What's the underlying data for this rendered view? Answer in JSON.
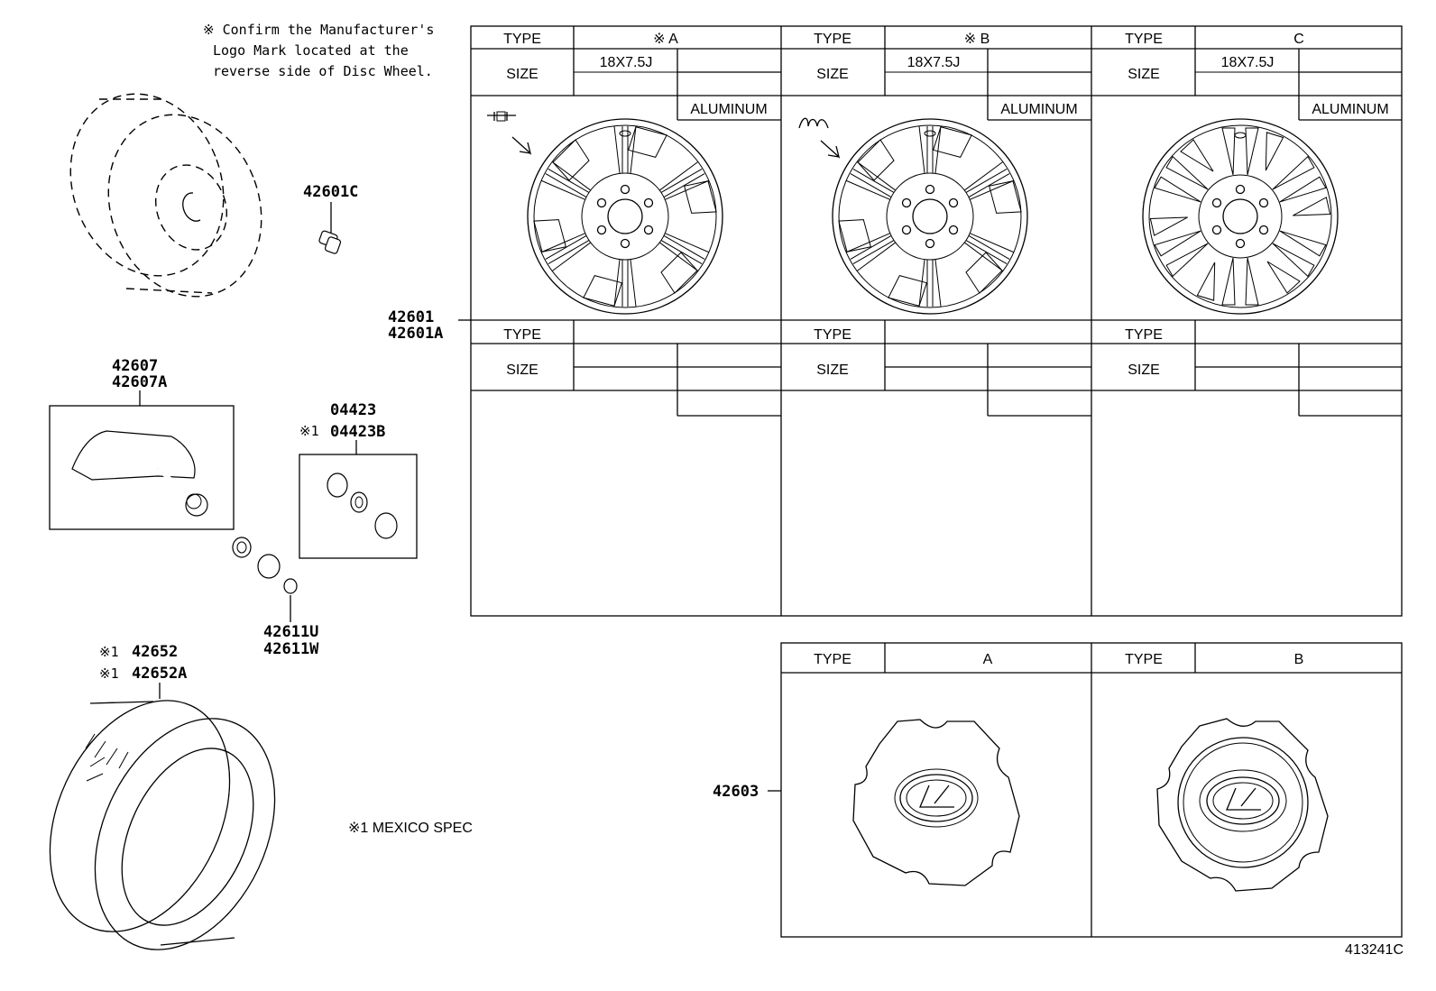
{
  "note_logo": [
    "※ Confirm the Manufacturer's",
    "Logo Mark located at the",
    "reverse side of Disc Wheel."
  ],
  "parts": {
    "p42601C": "42601C",
    "p42601": "42601",
    "p42601A": "42601A",
    "p42607": "42607",
    "p42607A": "42607A",
    "p04423": "04423",
    "p04423B": "04423B",
    "mark1": "※1",
    "p42611U": "42611U",
    "p42611W": "42611W",
    "p42652": "42652",
    "p42652A": "42652A",
    "p42603": "42603"
  },
  "mexico_note": "※1 MEXICO SPEC",
  "diagram_id": "413241C",
  "wheel_table": {
    "type_label": "TYPE",
    "size_label": "SIZE",
    "material": "ALUMINUM",
    "columns": [
      {
        "type": "※ A",
        "size": "18X7.5J"
      },
      {
        "type": "※ B",
        "size": "18X7.5J"
      },
      {
        "type": "C",
        "size": "18X7.5J"
      }
    ]
  },
  "cap_table": {
    "type_label": "TYPE",
    "columns": [
      {
        "type": "A"
      },
      {
        "type": "B"
      }
    ]
  }
}
